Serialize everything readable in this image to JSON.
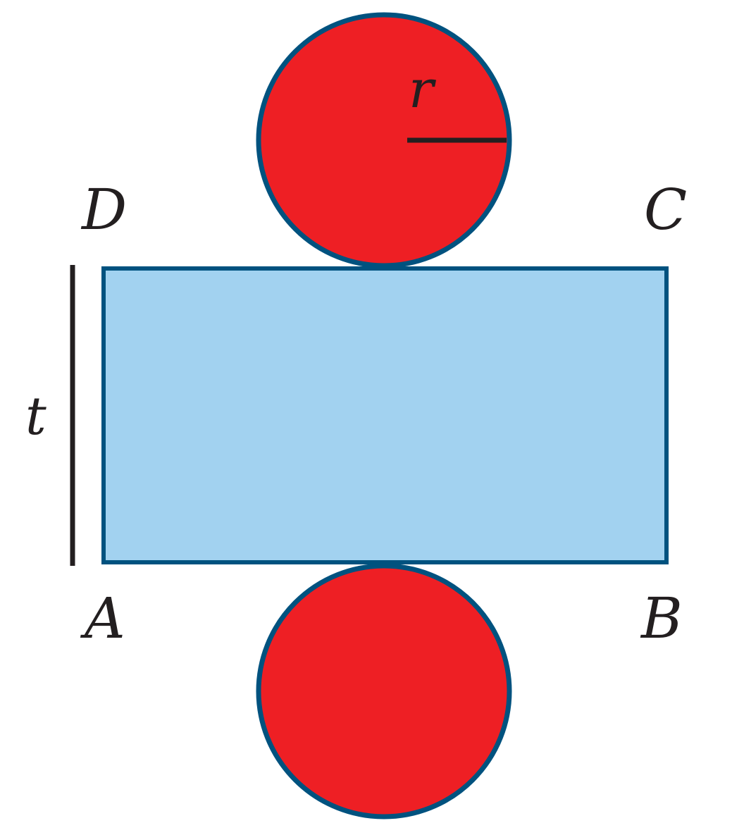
{
  "labels": {
    "radius": "r",
    "height": "t",
    "corner_a": "A",
    "corner_b": "B",
    "corner_c": "C",
    "corner_d": "D"
  },
  "colors": {
    "circle_fill": "#ee1f24",
    "rectangle_fill": "#a2d2f0",
    "outline": "#00527f",
    "line": "#231f20"
  }
}
